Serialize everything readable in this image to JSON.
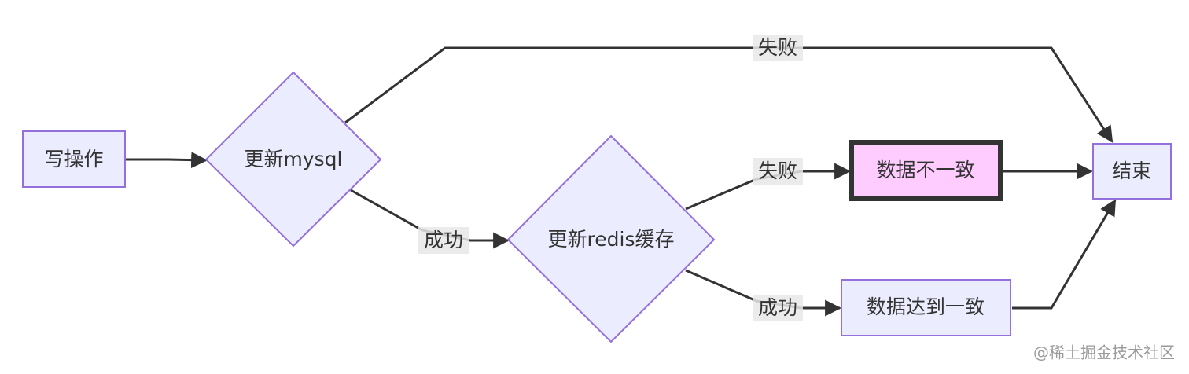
{
  "nodes": {
    "write_op": {
      "label": "写操作"
    },
    "update_mysql": {
      "label": "更新mysql"
    },
    "update_redis": {
      "label": "更新redis缓存"
    },
    "inconsistent": {
      "label": "数据不一致"
    },
    "consistent": {
      "label": "数据达到一致"
    },
    "end": {
      "label": "结束"
    }
  },
  "edges": {
    "mysql_fail": {
      "label": "失败"
    },
    "mysql_success": {
      "label": "成功"
    },
    "redis_fail": {
      "label": "失败"
    },
    "redis_success": {
      "label": "成功"
    }
  },
  "watermark": "@稀土掘金技术社区",
  "colors": {
    "node_fill": "#ECECFF",
    "node_stroke": "#9370DB",
    "highlight_fill": "#FFCCFF",
    "highlight_stroke": "#333333",
    "edge": "#333333",
    "edge_label_bg": "#E8E8E8"
  }
}
